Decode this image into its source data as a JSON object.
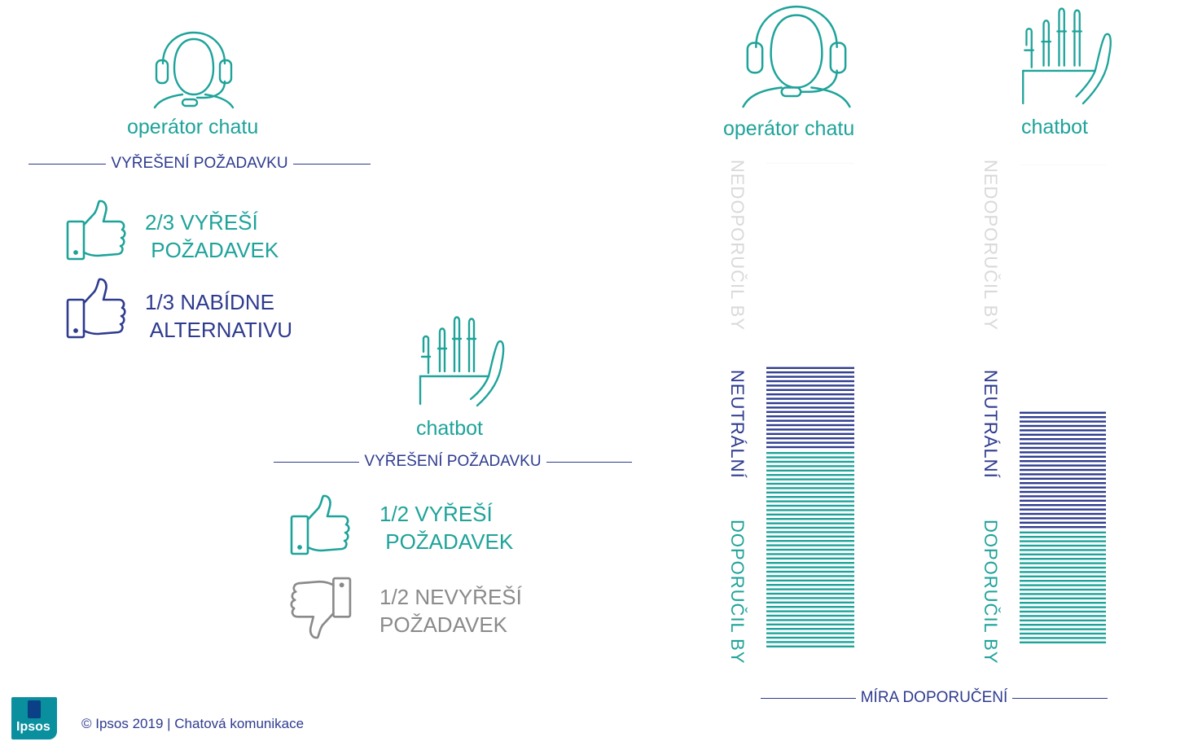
{
  "colors": {
    "teal": "#1ea39a",
    "navy": "#2e3b8f",
    "gray": "#8a8a8a",
    "empty": "#f2f2f2",
    "ipsos": "#0a8f9e"
  },
  "left": {
    "operator": {
      "icon": "operator-headset-icon",
      "caption": "operátor chatu",
      "section_title": "VYŘEŠENÍ POŽADAVKU",
      "items": [
        {
          "icon": "thumbs-up-icon",
          "text": "2/3 VYŘEŠÍ\n POŽADAVEK"
        },
        {
          "icon": "thumbs-up-icon",
          "text": "1/3 NABÍDNE\n ALTERNATIVU"
        }
      ]
    },
    "chatbot": {
      "icon": "robot-hand-icon",
      "caption": "chatbot",
      "section_title": "VYŘEŠENÍ POŽADAVKU",
      "items": [
        {
          "icon": "thumbs-up-icon",
          "text": "1/2 VYŘEŠÍ\n POŽADAVEK"
        },
        {
          "icon": "thumbs-down-icon",
          "text": "1/2 NEVYŘEŠÍ\nPOŽADAVEK"
        }
      ]
    }
  },
  "chart_data": {
    "type": "bar",
    "stacked": true,
    "categories": [
      "operátor chatu",
      "chatbot"
    ],
    "category_icons": [
      "operator-headset-icon",
      "robot-hand-icon"
    ],
    "series": [
      {
        "name": "DOPORUČIL BY",
        "values": [
          41,
          24
        ],
        "color": "#1ea39a"
      },
      {
        "name": "NEUTRÁLNÍ",
        "values": [
          17,
          25
        ],
        "color": "#2e3b8f"
      },
      {
        "name": "NEDOPORUČIL BY",
        "values": [
          42,
          51
        ],
        "color": "#f2f2f2"
      }
    ],
    "xlabel": "MÍRA DOPORUČENÍ",
    "ylim": [
      0,
      100
    ]
  },
  "footer": {
    "logo_text": "Ipsos",
    "copyright": "© Ipsos 2019 | Chatová komunikace"
  }
}
